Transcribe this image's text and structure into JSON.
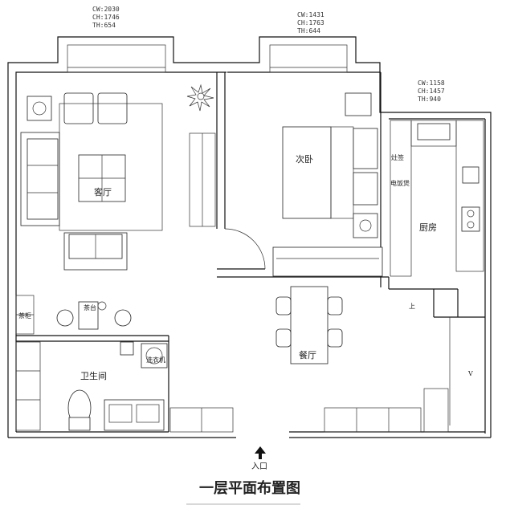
{
  "title": "一层平面布置图",
  "entrance_label": "入口",
  "window_dims": [
    {
      "cw": "CW:2030",
      "ch": "CH:1746",
      "th": "TH:654"
    },
    {
      "cw": "CW:1431",
      "ch": "CH:1763",
      "th": "TH:644"
    },
    {
      "cw": "CW:1158",
      "ch": "CH:1457",
      "th": "TH:940"
    }
  ],
  "rooms": {
    "living": "客厅",
    "bedroom": "次卧",
    "kitchen": "厨房",
    "bathroom": "卫生间",
    "dining": "餐厅"
  },
  "labels": {
    "tea_table": "茶台",
    "tea_cabinet": "茶柜",
    "washer": "洗衣机",
    "stove_hood": "灶签",
    "rice_cooker": "电饭煲",
    "up": "上",
    "stair_mark": "V"
  }
}
